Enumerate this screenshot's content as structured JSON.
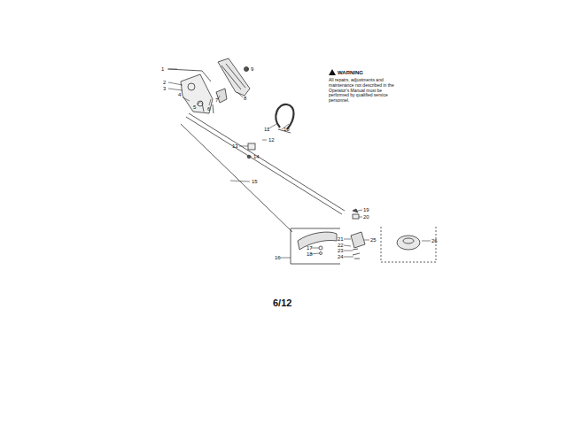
{
  "diagram": {
    "labels": [
      "1",
      "2",
      "3",
      "4",
      "5",
      "6",
      "7",
      "8",
      "9",
      "10",
      "11",
      "12",
      "13",
      "14",
      "15",
      "16",
      "17",
      "18",
      "19",
      "20",
      "21",
      "22",
      "23",
      "24",
      "25",
      "26",
      "WARNING",
      "All repairs, adjustments and maintenance not described in the Operator's Manual must be performed by qualified service personnel.",
      "6/12"
    ]
  }
}
